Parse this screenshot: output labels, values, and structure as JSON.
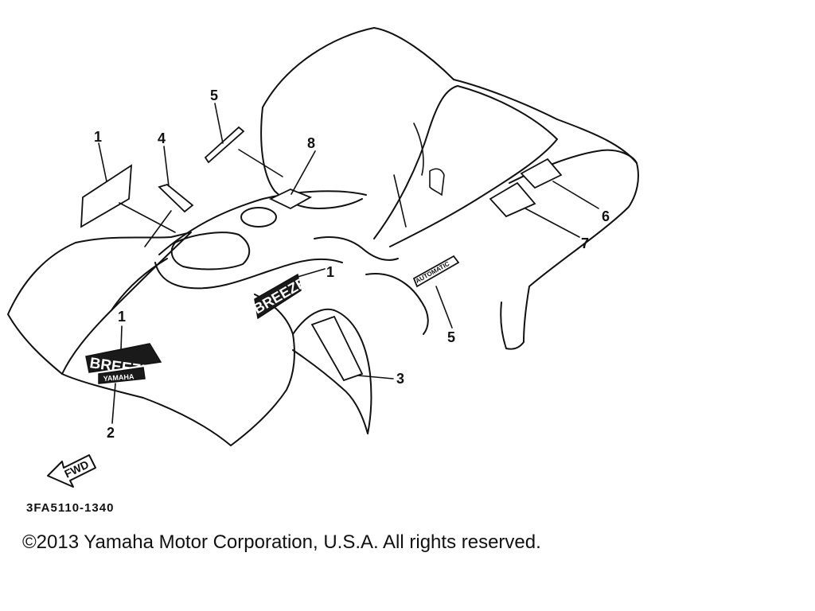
{
  "callouts": [
    {
      "num": "1"
    },
    {
      "num": "4"
    },
    {
      "num": "5"
    },
    {
      "num": "8"
    },
    {
      "num": "6"
    },
    {
      "num": "7"
    },
    {
      "num": "1"
    },
    {
      "num": "5"
    },
    {
      "num": "1"
    },
    {
      "num": "2"
    },
    {
      "num": "3"
    }
  ],
  "decals": {
    "breeze_side": "BREEZE",
    "breeze_rear": "BREEZE",
    "yamaha_rear": "YAMAHA",
    "automatic": "AUTOMATIC",
    "fwd_arrow": "FWD"
  },
  "part_code": "3FA5110-1340",
  "copyright": "©2013 Yamaha Motor Corporation, U.S.A. All rights reserved."
}
